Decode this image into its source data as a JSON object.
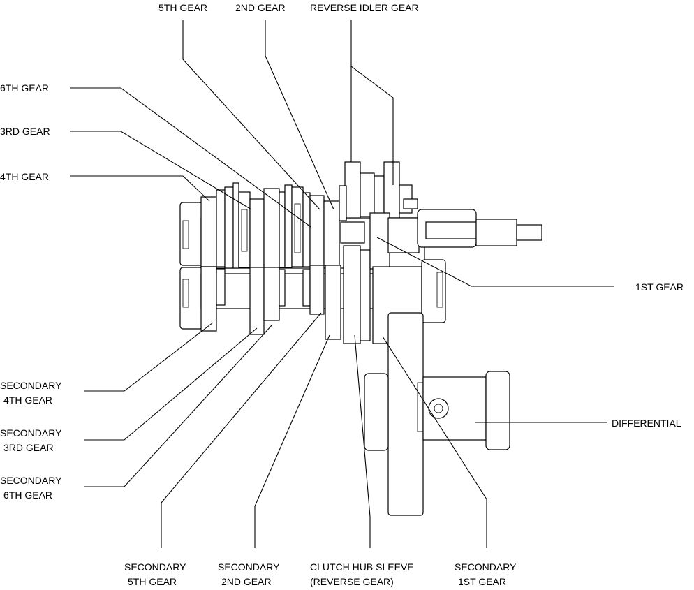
{
  "labels": {
    "fifth_gear": "5TH GEAR",
    "second_gear": "2ND GEAR",
    "reverse_idler_gear": "REVERSE IDLER GEAR",
    "sixth_gear": "6TH GEAR",
    "third_gear": "3RD GEAR",
    "fourth_gear": "4TH GEAR",
    "first_gear": "1ST GEAR",
    "differential": "DIFFERENTIAL",
    "secondary_4th": [
      "SECONDARY",
      "4TH GEAR"
    ],
    "secondary_3rd": [
      "SECONDARY",
      "3RD GEAR"
    ],
    "secondary_6th": [
      "SECONDARY",
      "6TH GEAR"
    ],
    "secondary_5th": [
      "SECONDARY",
      "5TH GEAR"
    ],
    "secondary_2nd": [
      "SECONDARY",
      "2ND GEAR"
    ],
    "clutch_hub_sleeve": [
      "CLUTCH HUB SLEEVE",
      "(REVERSE GEAR)"
    ],
    "secondary_1st": [
      "SECONDARY",
      "1ST GEAR"
    ]
  }
}
